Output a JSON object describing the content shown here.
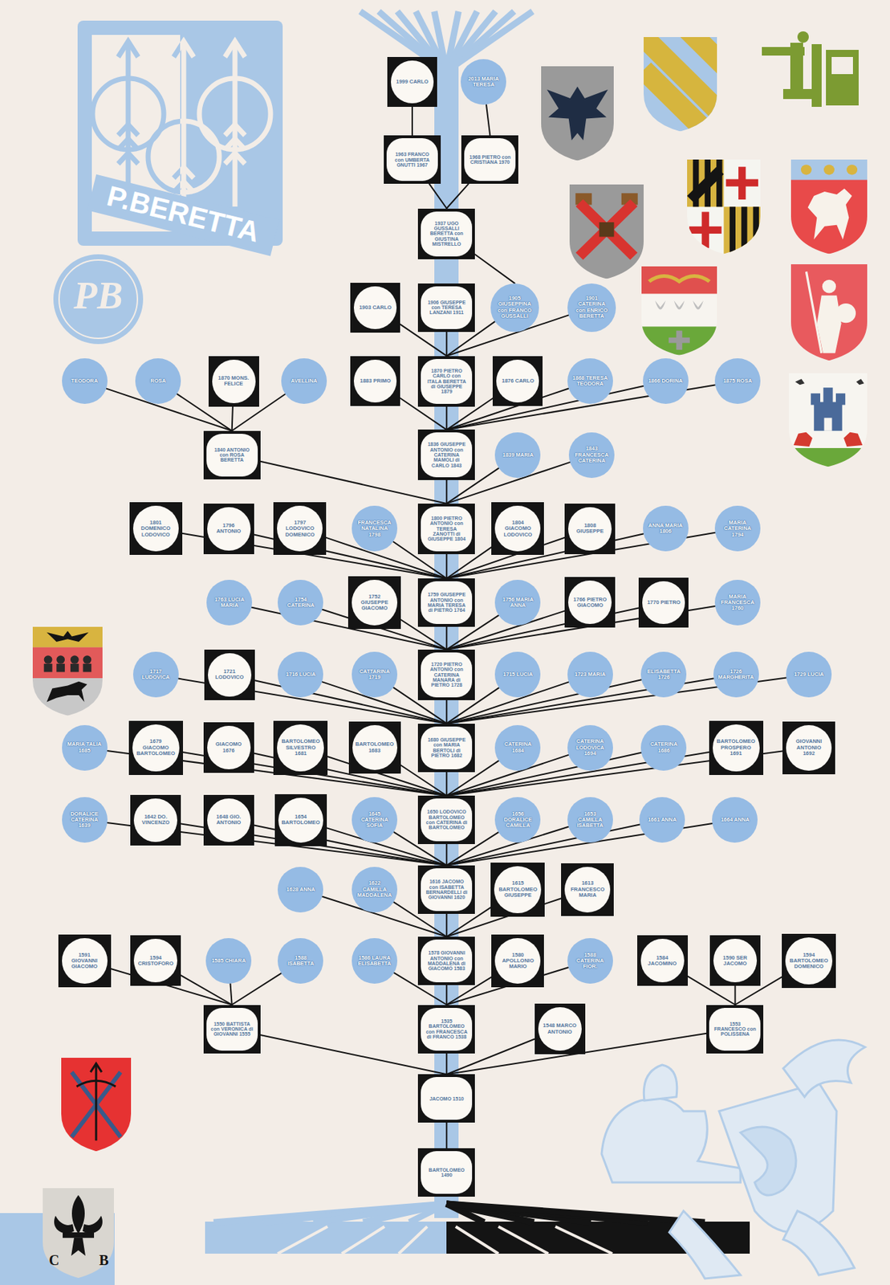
{
  "diagram": {
    "nodes": [
      {
        "text": [
          "1999 CARLO"
        ]
      },
      {
        "text": [
          "2013 MARIA TERESA"
        ]
      },
      {
        "text": [
          "1963 FRANCO con UMBERTA GNUTTI 1967"
        ]
      },
      {
        "text": [
          "1968 PIETRO con CRISTIANA 1970"
        ]
      },
      {
        "text": [
          "1937 UGO GUSSALLI BERETTA con GIUSTINA MISTRELLO"
        ]
      },
      {
        "text": [
          "1903 CARLO"
        ]
      },
      {
        "text": [
          "1906 GIUSEPPE con TERESA LANZANI 1911"
        ]
      },
      {
        "text": [
          "1905 GIUSEPPINA con FRANCO GUSSALLI"
        ]
      },
      {
        "text": [
          "1901 CATERINA con ENRICO BERETTA"
        ]
      },
      {
        "text": [
          "TEODORA"
        ]
      },
      {
        "text": [
          "ROSA"
        ]
      },
      {
        "text": [
          "1870 MONS. FELICE"
        ]
      },
      {
        "text": [
          "AVELLINA"
        ]
      },
      {
        "text": [
          "1883 PRIMO"
        ]
      },
      {
        "text": [
          "1870 PIETRO CARLO con ITALA BERETTA di GIUSEPPE 1879"
        ]
      },
      {
        "text": [
          "1876 CARLO"
        ]
      },
      {
        "text": [
          "1868 TERESA TEODORA"
        ]
      },
      {
        "text": [
          "1866 DORINA"
        ]
      },
      {
        "text": [
          "1875 ROSA"
        ]
      },
      {
        "text": [
          "1840 ANTONIO con ROSA BERETTA"
        ]
      },
      {
        "text": [
          "1836 GIUSEPPE ANTONIO con CATERINA MAMOLI di CARLO 1843"
        ]
      },
      {
        "text": [
          "1839 MARIA"
        ]
      },
      {
        "text": [
          "1843 FRANCESCA CATERINA"
        ]
      },
      {
        "text": [
          "1801 DOMENICO LODOVICO"
        ]
      },
      {
        "text": [
          "1796 ANTONIO"
        ]
      },
      {
        "text": [
          "1797 LODOVICO DOMENICO"
        ]
      },
      {
        "text": [
          "FRANCESCA NATALINA 1798"
        ]
      },
      {
        "text": [
          "1800 PIETRO ANTONIO con TERESA ZANOTTI di GIUSEPPE 1804"
        ]
      },
      {
        "text": [
          "1804 GIACOMO LODOVICO"
        ]
      },
      {
        "text": [
          "1808 GIUSEPPE"
        ]
      },
      {
        "text": [
          "ANNA MARIA 1806"
        ]
      },
      {
        "text": [
          "MARIA CATERINA 1794"
        ]
      },
      {
        "text": [
          "1763 LUCIA MARIA"
        ]
      },
      {
        "text": [
          "1754 CATERINA"
        ]
      },
      {
        "text": [
          "1752 GIUSEPPE GIACOMO"
        ]
      },
      {
        "text": [
          "1759 GIUSEPPE ANTONIO con MARIA TERESA di PIETRO 1764"
        ]
      },
      {
        "text": [
          "1756 MARIA ANNA"
        ]
      },
      {
        "text": [
          "1766 PIETRO GIACOMO"
        ]
      },
      {
        "text": [
          "1770 PIETRO"
        ]
      },
      {
        "text": [
          "MARIA FRANCESCA 1760"
        ]
      },
      {
        "text": [
          "1717 LUDOVICA"
        ]
      },
      {
        "text": [
          "1721 LODOVICO"
        ]
      },
      {
        "text": [
          "1716 LUCIA"
        ]
      },
      {
        "text": [
          "CATTARINA 1719"
        ]
      },
      {
        "text": [
          "1720 PIETRO ANTONIO con CATERINA MANARA di PIETRO 1728"
        ]
      },
      {
        "text": [
          "1715 LUCIA"
        ]
      },
      {
        "text": [
          "1723 MARIA"
        ]
      },
      {
        "text": [
          "ELISABETTA 1726"
        ]
      },
      {
        "text": [
          "1726 MARGHERITA"
        ]
      },
      {
        "text": [
          "1729 LUCIA"
        ]
      },
      {
        "text": [
          "MARIA TALIA 1685"
        ]
      },
      {
        "text": [
          "1679 GIACOMO BARTOLOMEO"
        ]
      },
      {
        "text": [
          "GIACOMO 1676"
        ]
      },
      {
        "text": [
          "BARTOLOMEO SILVESTRO 1681"
        ]
      },
      {
        "text": [
          "BARTOLOMEO 1683"
        ]
      },
      {
        "text": [
          "1680 GIUSEPPE con MARIA BERTOLI di PIETRO 1682"
        ]
      },
      {
        "text": [
          "CATERINA 1684"
        ]
      },
      {
        "text": [
          "CATERINA LODOVICA 1694"
        ]
      },
      {
        "text": [
          "CATERINA 1686"
        ]
      },
      {
        "text": [
          "BARTOLOMEO PROSPERO 1691"
        ]
      },
      {
        "text": [
          "GIOVANNI ANTONIO 1692"
        ]
      },
      {
        "text": [
          "DORALICE CATERINA 1639"
        ]
      },
      {
        "text": [
          "1642 DO. VINCENZO"
        ]
      },
      {
        "text": [
          "1648 GIO. ANTONIO"
        ]
      },
      {
        "text": [
          "1654 BARTOLOMEO"
        ]
      },
      {
        "text": [
          "1645 CATERINA SOFIA"
        ]
      },
      {
        "text": [
          "1650 LODOVICO BARTOLOMEO con CATERINA di BARTOLOMEO"
        ]
      },
      {
        "text": [
          "1656 DORALICE CAMILLA"
        ]
      },
      {
        "text": [
          "1653 CAMILLA ISABETTA"
        ]
      },
      {
        "text": [
          "1661 ANNA"
        ]
      },
      {
        "text": [
          "1664 ANNA"
        ]
      },
      {
        "text": [
          "1628 ANNA"
        ]
      },
      {
        "text": [
          "1622 CAMILLA MADDALENA"
        ]
      },
      {
        "text": [
          "1616 JACOMO con ISABETTA BERNARDELLI di GIOVANNI 1620"
        ]
      },
      {
        "text": [
          "1615 BARTOLOMEO GIUSEPPE"
        ]
      },
      {
        "text": [
          "1613 FRANCESCO MARIA"
        ]
      },
      {
        "text": [
          "1591 GIOVANNI GIACOMO"
        ]
      },
      {
        "text": [
          "1594 CRISTOFORO"
        ]
      },
      {
        "text": [
          "1585 CHIARA"
        ]
      },
      {
        "text": [
          "1588 ISABETTA"
        ]
      },
      {
        "text": [
          "1586 LAURA ELISABETTA"
        ]
      },
      {
        "text": [
          "1578 GIOVANNI ANTONIO con MADDALENA di GIACOMO 1583"
        ]
      },
      {
        "text": [
          "1580 APOLLONIO MARIO"
        ]
      },
      {
        "text": [
          "1588 CATERINA FIOR."
        ]
      },
      {
        "text": [
          "1584 JACOMINO"
        ]
      },
      {
        "text": [
          "1590 SER JACOMO"
        ]
      },
      {
        "text": [
          "1594 BARTOLOMEO DOMENICO"
        ]
      },
      {
        "text": [
          "1550 BATTISTA con VERONICA di GIOVANNI 1555"
        ]
      },
      {
        "text": [
          "1535 BARTOLOMEO con FRANCESCA di FRANCO 1538"
        ]
      },
      {
        "text": [
          "1548 MARCO ANTONIO"
        ]
      },
      {
        "text": [
          "1553 FRANCESCO con POLISSENA"
        ]
      },
      {
        "text": [
          "JACOMO 1510"
        ]
      },
      {
        "text": [
          "BARTOLOMEO 1490"
        ]
      }
    ],
    "edges": [
      {
        "from": 0,
        "to": 2,
        "arrow": "none"
      },
      {
        "from": 1,
        "to": 3,
        "arrow": "none"
      },
      {
        "from": 2,
        "to": 4,
        "arrow": "none"
      },
      {
        "from": 3,
        "to": 4,
        "arrow": "none"
      },
      {
        "from": 4,
        "to": 7,
        "arrow": "none"
      },
      {
        "from": 5,
        "to": 14,
        "arrow": "none"
      },
      {
        "from": 6,
        "to": 14,
        "arrow": "none"
      },
      {
        "from": 7,
        "to": 14,
        "arrow": "none"
      },
      {
        "from": 8,
        "to": 14,
        "arrow": "none"
      },
      {
        "from": 9,
        "to": 19,
        "arrow": "none"
      },
      {
        "from": 10,
        "to": 19,
        "arrow": "none"
      },
      {
        "from": 11,
        "to": 19,
        "arrow": "none"
      },
      {
        "from": 12,
        "to": 19,
        "arrow": "none"
      },
      {
        "from": 13,
        "to": 20,
        "arrow": "none"
      },
      {
        "from": 14,
        "to": 20,
        "arrow": "none"
      },
      {
        "from": 15,
        "to": 20,
        "arrow": "none"
      },
      {
        "from": 16,
        "to": 20,
        "arrow": "none"
      },
      {
        "from": 17,
        "to": 20,
        "arrow": "none"
      },
      {
        "from": 18,
        "to": 20,
        "arrow": "none"
      },
      {
        "from": 19,
        "to": 27,
        "arrow": "none"
      },
      {
        "from": 20,
        "to": 27,
        "arrow": "none"
      },
      {
        "from": 21,
        "to": 27,
        "arrow": "none"
      },
      {
        "from": 22,
        "to": 27,
        "arrow": "none"
      },
      {
        "from": 23,
        "to": 35,
        "arrow": "none"
      },
      {
        "from": 24,
        "to": 35,
        "arrow": "none"
      },
      {
        "from": 25,
        "to": 35,
        "arrow": "none"
      },
      {
        "from": 26,
        "to": 35,
        "arrow": "none"
      },
      {
        "from": 27,
        "to": 35,
        "arrow": "none"
      },
      {
        "from": 28,
        "to": 35,
        "arrow": "none"
      },
      {
        "from": 29,
        "to": 35,
        "arrow": "none"
      },
      {
        "from": 30,
        "to": 35,
        "arrow": "none"
      },
      {
        "from": 31,
        "to": 35,
        "arrow": "none"
      },
      {
        "from": 32,
        "to": 44,
        "arrow": "none"
      },
      {
        "from": 33,
        "to": 44,
        "arrow": "none"
      },
      {
        "from": 34,
        "to": 44,
        "arrow": "none"
      },
      {
        "from": 35,
        "to": 44,
        "arrow": "none"
      },
      {
        "from": 36,
        "to": 44,
        "arrow": "none"
      },
      {
        "from": 37,
        "to": 44,
        "arrow": "none"
      },
      {
        "from": 38,
        "to": 44,
        "arrow": "none"
      },
      {
        "from": 39,
        "to": 44,
        "arrow": "none"
      },
      {
        "from": 40,
        "to": 55,
        "arrow": "none"
      },
      {
        "from": 41,
        "to": 55,
        "arrow": "none"
      },
      {
        "from": 42,
        "to": 55,
        "arrow": "none"
      },
      {
        "from": 43,
        "to": 55,
        "arrow": "none"
      },
      {
        "from": 44,
        "to": 55,
        "arrow": "none"
      },
      {
        "from": 45,
        "to": 55,
        "arrow": "none"
      },
      {
        "from": 46,
        "to": 55,
        "arrow": "none"
      },
      {
        "from": 47,
        "to": 55,
        "arrow": "none"
      },
      {
        "from": 48,
        "to": 55,
        "arrow": "none"
      },
      {
        "from": 49,
        "to": 55,
        "arrow": "none"
      },
      {
        "from": 50,
        "to": 66,
        "arrow": "none"
      },
      {
        "from": 51,
        "to": 66,
        "arrow": "none"
      },
      {
        "from": 52,
        "to": 66,
        "arrow": "none"
      },
      {
        "from": 53,
        "to": 66,
        "arrow": "none"
      },
      {
        "from": 54,
        "to": 66,
        "arrow": "none"
      },
      {
        "from": 55,
        "to": 66,
        "arrow": "none"
      },
      {
        "from": 56,
        "to": 66,
        "arrow": "none"
      },
      {
        "from": 57,
        "to": 66,
        "arrow": "none"
      },
      {
        "from": 58,
        "to": 66,
        "arrow": "none"
      },
      {
        "from": 59,
        "to": 66,
        "arrow": "none"
      },
      {
        "from": 60,
        "to": 66,
        "arrow": "none"
      },
      {
        "from": 61,
        "to": 73,
        "arrow": "none"
      },
      {
        "from": 62,
        "to": 73,
        "arrow": "none"
      },
      {
        "from": 63,
        "to": 73,
        "arrow": "none"
      },
      {
        "from": 64,
        "to": 73,
        "arrow": "none"
      },
      {
        "from": 65,
        "to": 73,
        "arrow": "none"
      },
      {
        "from": 66,
        "to": 73,
        "arrow": "none"
      },
      {
        "from": 67,
        "to": 73,
        "arrow": "none"
      },
      {
        "from": 68,
        "to": 73,
        "arrow": "none"
      },
      {
        "from": 69,
        "to": 73,
        "arrow": "none"
      },
      {
        "from": 70,
        "to": 73,
        "arrow": "none"
      },
      {
        "from": 71,
        "to": 81,
        "arrow": "none"
      },
      {
        "from": 72,
        "to": 81,
        "arrow": "none"
      },
      {
        "from": 73,
        "to": 81,
        "arrow": "none"
      },
      {
        "from": 74,
        "to": 81,
        "arrow": "none"
      },
      {
        "from": 75,
        "to": 81,
        "arrow": "none"
      },
      {
        "from": 76,
        "to": 87,
        "arrow": "none"
      },
      {
        "from": 77,
        "to": 87,
        "arrow": "none"
      },
      {
        "from": 78,
        "to": 87,
        "arrow": "none"
      },
      {
        "from": 79,
        "to": 87,
        "arrow": "none"
      },
      {
        "from": 80,
        "to": 88,
        "arrow": "none"
      },
      {
        "from": 81,
        "to": 88,
        "arrow": "none"
      },
      {
        "from": 82,
        "to": 88,
        "arrow": "none"
      },
      {
        "from": 83,
        "to": 88,
        "arrow": "none"
      },
      {
        "from": 84,
        "to": 90,
        "arrow": "none"
      },
      {
        "from": 85,
        "to": 90,
        "arrow": "none"
      },
      {
        "from": 86,
        "to": 90,
        "arrow": "none"
      },
      {
        "from": 87,
        "to": 91,
        "arrow": "none"
      },
      {
        "from": 88,
        "to": 91,
        "arrow": "none"
      },
      {
        "from": 89,
        "to": 91,
        "arrow": "none"
      },
      {
        "from": 90,
        "to": 91,
        "arrow": "none"
      },
      {
        "from": 91,
        "to": 92,
        "arrow": "none"
      }
    ],
    "labels": [
      "P.BERETTA",
      "PB",
      "C",
      "B"
    ]
  }
}
